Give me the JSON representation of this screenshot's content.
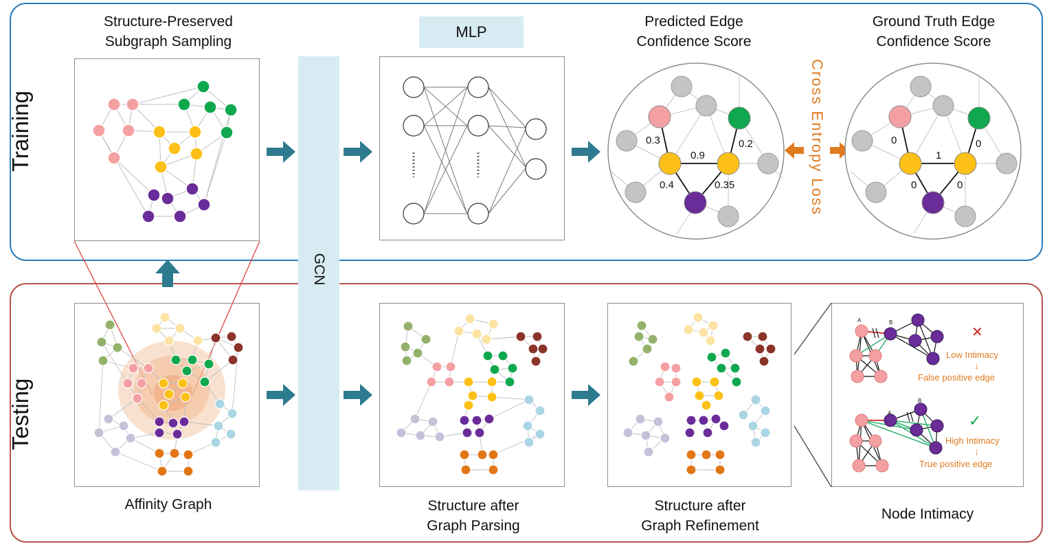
{
  "sections": {
    "training": "Training",
    "testing": "Testing"
  },
  "captions": {
    "sampling": "Structure-Preserved\nSubgraph Sampling",
    "mlp": "MLP",
    "gcn": "GCN",
    "predicted": "Predicted Edge\nConfidence Score",
    "ground_truth": "Ground Truth Edge\nConfidence Score",
    "cross_entropy": "Cross Entropy Loss",
    "affinity": "Affinity Graph",
    "parsing": "Structure after\nGraph Parsing",
    "refinement": "Structure after\nGraph Refinement",
    "intimacy": "Node Intimacy"
  },
  "predicted_scores": [
    "0.3",
    "0.9",
    "0.2",
    "0.4",
    "0.35"
  ],
  "ground_truth_scores": [
    "0",
    "1",
    "0",
    "0",
    "0"
  ],
  "intimacy": {
    "low_label": "Low Intimacy",
    "false_label": "False positive edge",
    "high_label": "High Intimacy",
    "true_label": "True positive edge",
    "node_a": "A",
    "node_b": "B",
    "down_arrow": "↓",
    "cross_mark": "✕",
    "check_mark": "✓"
  },
  "colors": {
    "training_border": "#2b7bb9",
    "testing_border": "#b5534c",
    "arrow": "#2e7a8e",
    "accent_orange": "#e07a1f",
    "pink": "#f4a0a3",
    "green": "#10a84e",
    "yellow": "#fcc017",
    "purple": "#6a2c99",
    "olive": "#93b16a",
    "light_yellow": "#fde3a2",
    "dark_red": "#8b3429",
    "lavender": "#c7c0d9",
    "light_blue": "#aad5e3",
    "orange": "#e27516",
    "gray_node": "#c4c4c4",
    "panel_fill": "#d7ebf2"
  }
}
